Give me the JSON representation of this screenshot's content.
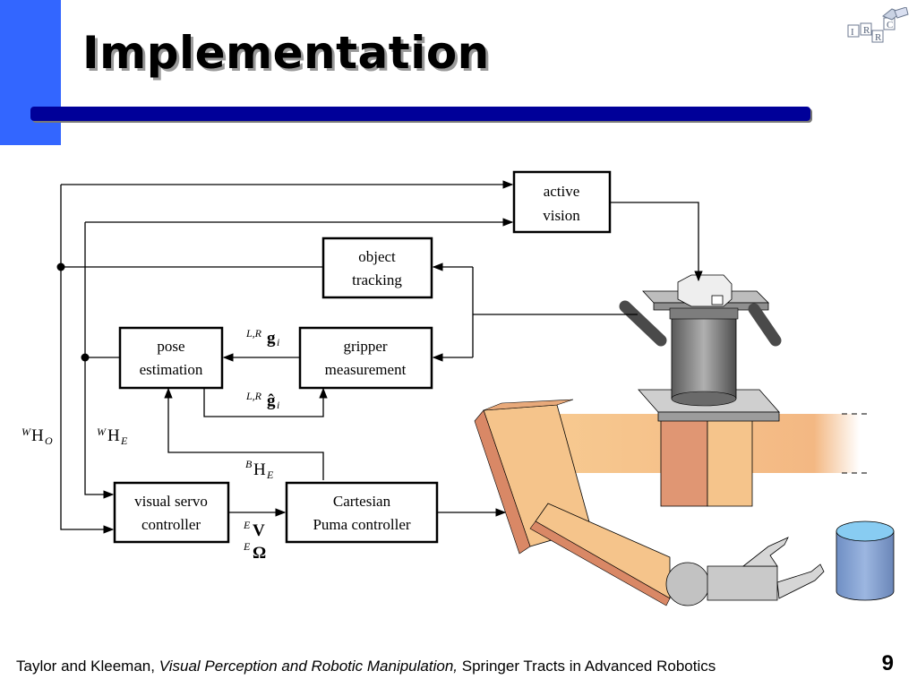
{
  "slide": {
    "title": "Implementation",
    "number": "9",
    "accent_color": "#3366ff",
    "rule_color": "#000099"
  },
  "logo": {
    "letters": [
      "I",
      "R",
      "R",
      "C"
    ]
  },
  "diagram": {
    "blocks": {
      "active_vision": [
        "active",
        "vision"
      ],
      "object_tracking": [
        "object",
        "tracking"
      ],
      "pose_estimation": [
        "pose",
        "estimation"
      ],
      "gripper_measurement": [
        "gripper",
        "measurement"
      ],
      "visual_servo_controller": [
        "visual servo",
        "controller"
      ],
      "cartesian_controller": [
        "Cartesian",
        "Puma controller"
      ]
    },
    "signals": {
      "who": {
        "sup": "W",
        "base": "H",
        "sub": "O"
      },
      "whe": {
        "sup": "W",
        "base": "H",
        "sub": "E"
      },
      "bhe": {
        "sup": "B",
        "base": "H",
        "sub": "E"
      },
      "g": {
        "sup": "L,R",
        "base": "g",
        "sub": "i"
      },
      "ghat": {
        "sup": "L,R",
        "base": "ĝ",
        "sub": "i"
      },
      "ev": {
        "sup": "E",
        "base": "V"
      },
      "eomega": {
        "sup": "E",
        "base": "Ω"
      }
    }
  },
  "footer": {
    "authors": "Taylor and Kleeman,",
    "book": "Visual Perception and Robotic Manipulation,",
    "series": "Springer Tracts in Advanced Robotics"
  }
}
